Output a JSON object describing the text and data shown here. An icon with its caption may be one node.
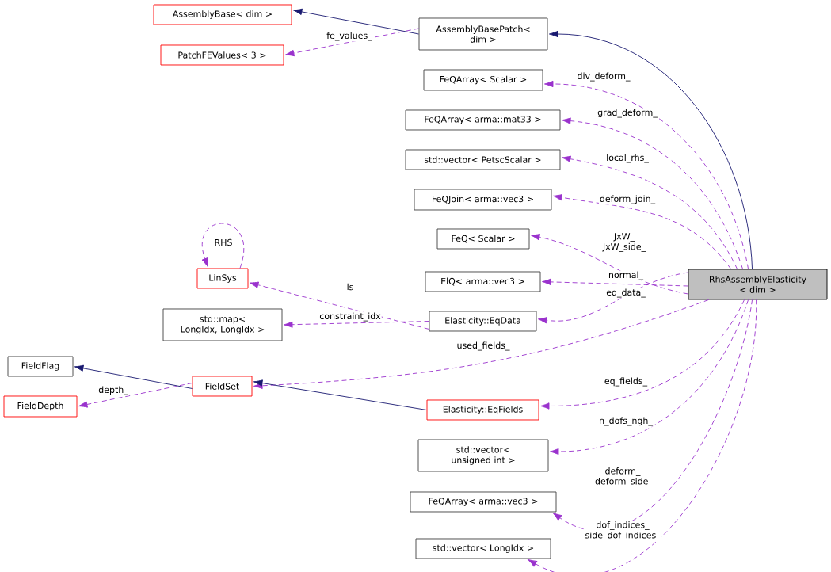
{
  "diagram": {
    "nodes": [
      {
        "text": [
          "RhsAssemblyElasticity < dim >"
        ]
      },
      {
        "text": [
          "AssemblyBasePatch< dim >"
        ]
      },
      {
        "text": [
          "AssemblyBase< dim >"
        ]
      },
      {
        "text": [
          "PatchFEValues< 3 >"
        ]
      },
      {
        "text": [
          "FeQArray< Scalar >"
        ]
      },
      {
        "text": [
          "FeQArray< arma::mat33 >"
        ]
      },
      {
        "text": [
          "std::vector< PetscScalar >"
        ]
      },
      {
        "text": [
          "FeQJoin< arma::vec3 >"
        ]
      },
      {
        "text": [
          "FeQ< Scalar >"
        ]
      },
      {
        "text": [
          "ElQ< arma::vec3 >"
        ]
      },
      {
        "text": [
          "LinSys"
        ]
      },
      {
        "text": [
          "Elasticity::EqData"
        ]
      },
      {
        "text": [
          "std::map< LongIdx, LongIdx >"
        ]
      },
      {
        "text": [
          "FieldFlag"
        ]
      },
      {
        "text": [
          "FieldSet"
        ]
      },
      {
        "text": [
          "FieldDepth"
        ]
      },
      {
        "text": [
          "Elasticity::EqFields"
        ]
      },
      {
        "text": [
          "std::vector< unsigned int >"
        ]
      },
      {
        "text": [
          "FeQArray< arma::vec3 >"
        ]
      },
      {
        "text": [
          "std::vector< LongIdx >"
        ]
      }
    ],
    "edges": [
      {
        "from": 0,
        "to": 1,
        "arrow": "to",
        "color": "#191970"
      },
      {
        "from": 1,
        "to": 2,
        "arrow": "to",
        "color": "#191970"
      },
      {
        "from": 1,
        "to": 3,
        "arrow": "to",
        "style": "dashed",
        "label": "fe_values_"
      },
      {
        "from": 0,
        "to": 4,
        "arrow": "to",
        "style": "dashed",
        "label": "div_deform_"
      },
      {
        "from": 0,
        "to": 5,
        "arrow": "to",
        "style": "dashed",
        "label": "grad_deform_"
      },
      {
        "from": 0,
        "to": 6,
        "arrow": "to",
        "style": "dashed",
        "label": "local_rhs_"
      },
      {
        "from": 0,
        "to": 7,
        "arrow": "to",
        "style": "dashed",
        "label": "deform_join_"
      },
      {
        "from": 0,
        "to": 8,
        "arrow": "to",
        "style": "dashed",
        "label": "JxW_ JxW_side_"
      },
      {
        "from": 0,
        "to": 9,
        "arrow": "to",
        "style": "dashed",
        "label": "normal_"
      },
      {
        "from": 0,
        "to": 11,
        "arrow": "to",
        "style": "dashed",
        "label": "eq_data_"
      },
      {
        "from": 11,
        "to": 10,
        "arrow": "to",
        "style": "dashed",
        "label": "ls"
      },
      {
        "from": 10,
        "to": 10,
        "arrow": "to",
        "style": "dashed",
        "label": "RHS"
      },
      {
        "from": 11,
        "to": 12,
        "arrow": "to",
        "style": "dashed",
        "label": "constraint_idx"
      },
      {
        "from": 0,
        "to": 14,
        "arrow": "to",
        "style": "dashed",
        "label": "used_fields_"
      },
      {
        "from": 14,
        "to": 13,
        "arrow": "to",
        "color": "#191970"
      },
      {
        "from": 14,
        "to": 15,
        "arrow": "to",
        "style": "dashed",
        "label": "depth_"
      },
      {
        "from": 16,
        "to": 14,
        "arrow": "to",
        "color": "#191970"
      },
      {
        "from": 0,
        "to": 16,
        "arrow": "to",
        "style": "dashed",
        "label": "eq_fields_"
      },
      {
        "from": 0,
        "to": 17,
        "arrow": "to",
        "style": "dashed",
        "label": "n_dofs_ngh_"
      },
      {
        "from": 0,
        "to": 18,
        "arrow": "to",
        "style": "dashed",
        "label": "deform_ deform_side_"
      },
      {
        "from": 0,
        "to": 19,
        "arrow": "to",
        "style": "dashed",
        "label": "dof_indices_ side_dof_indices_"
      }
    ]
  }
}
